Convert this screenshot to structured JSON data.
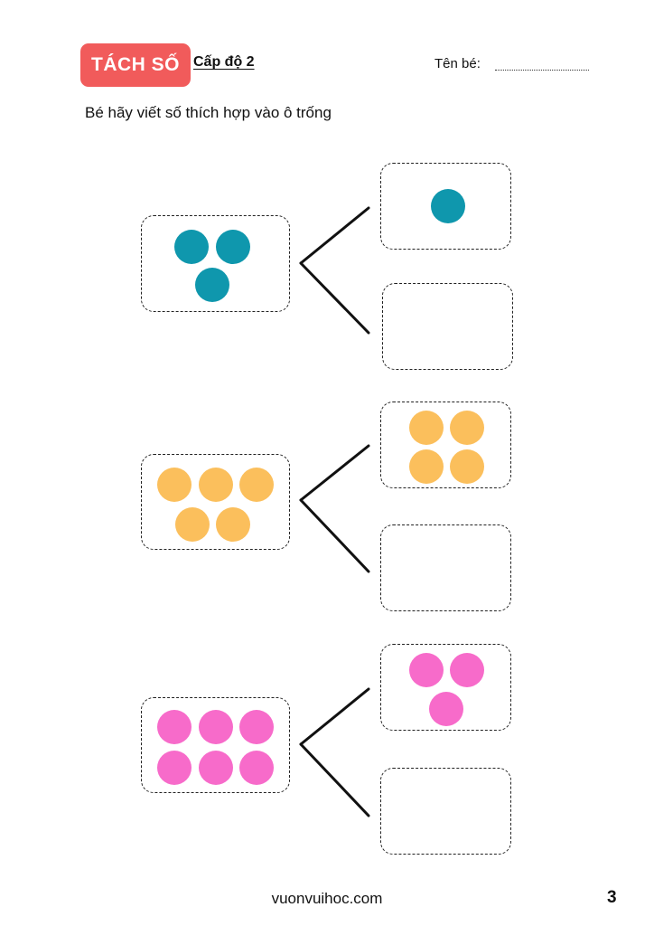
{
  "header": {
    "badge": "TÁCH SỐ",
    "level": "Cấp độ 2",
    "name_label": "Tên bé:"
  },
  "instruction": "Bé hãy viết số thích hợp vào ô trống",
  "colors": {
    "badge": "#f15b5b",
    "teal": "#0f97ad",
    "orange": "#fbbf5c",
    "pink": "#f76bca"
  },
  "exercises": [
    {
      "color": "teal",
      "total_dots": 3,
      "part_a_dots": 1,
      "part_b": ""
    },
    {
      "color": "orange",
      "total_dots": 5,
      "part_a_dots": 4,
      "part_b": ""
    },
    {
      "color": "pink",
      "total_dots": 6,
      "part_a_dots": 3,
      "part_b": ""
    }
  ],
  "footer": {
    "site": "vuonvuihoc.com",
    "page_number": "3"
  }
}
